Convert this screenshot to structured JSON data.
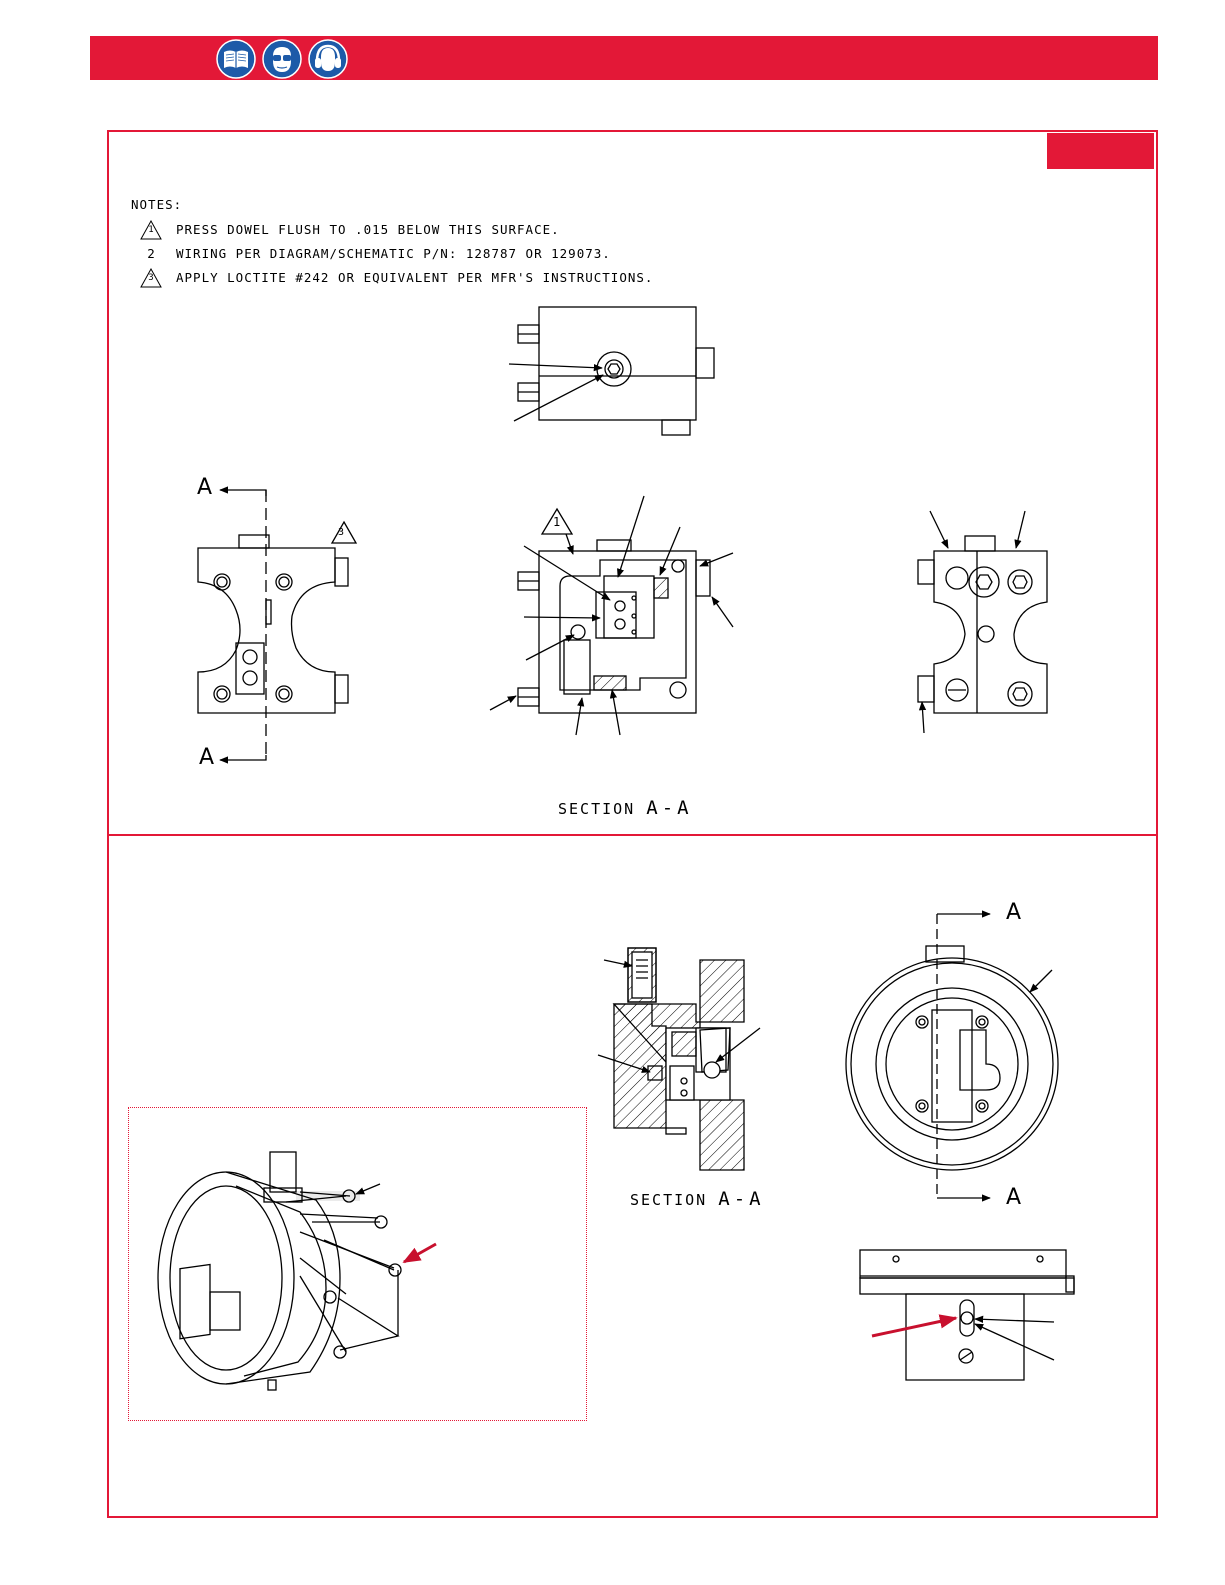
{
  "header": {
    "safety_icons": [
      {
        "icon": "manual-book-icon"
      },
      {
        "icon": "safety-glasses-icon"
      },
      {
        "icon": "hearing-protection-icon"
      }
    ],
    "colors": {
      "brand_red": "#e31837",
      "icon_blue": "#1d5aa8"
    }
  },
  "top_panel": {
    "notes_title": "NOTES:",
    "notes": [
      {
        "marker": "1",
        "marker_style": "triangle",
        "text": "PRESS DOWEL FLUSH TO .015 BELOW THIS SURFACE."
      },
      {
        "marker": "2",
        "marker_style": "plain",
        "text": "WIRING PER DIAGRAM/SCHEMATIC P/N: 128787 OR 129073."
      },
      {
        "marker": "3",
        "marker_style": "triangle",
        "text": "APPLY LOCTITE #242 OR EQUIVALENT PER MFR'S INSTRUCTIONS."
      }
    ],
    "cut_label_top": "A",
    "cut_label_bottom": "A",
    "callout_1": "1",
    "callout_3": "3",
    "section_label_prefix": "SECTION",
    "section_label_letters": "A-A"
  },
  "bottom_panel": {
    "cut_label_top": "A",
    "cut_label_bottom": "A",
    "section_label_prefix": "SECTION",
    "section_label_letters": "A-A"
  }
}
